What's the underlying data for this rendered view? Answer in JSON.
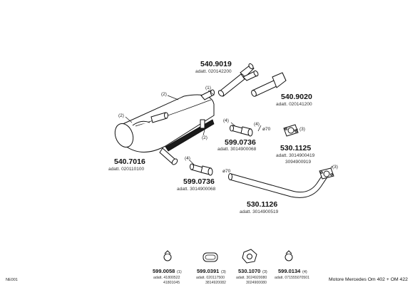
{
  "parts": {
    "p5409019": {
      "number": "540.9019",
      "ref": "adatt. 020142200"
    },
    "p5409020": {
      "number": "540.9020",
      "ref": "adatt. 020141200"
    },
    "p5990736a": {
      "number": "599.0736",
      "ref": "adatt. 3014900068"
    },
    "p5301125": {
      "number": "530.1125",
      "ref": "adatt. 3014900419",
      "ref2": "3094900919"
    },
    "p5407016": {
      "number": "540.7016",
      "ref": "adatt. 020110100"
    },
    "p5990736b": {
      "number": "599.0736",
      "ref": "adatt. 3014900068"
    },
    "p5301126": {
      "number": "530.1126",
      "ref": "adatt. 3014900519"
    }
  },
  "quantities": {
    "q_tail1": "(1)",
    "q_box_top": "(2)",
    "q_box_left": "(2)",
    "q_box_mid": "(2)",
    "q_clamp1": "(4)",
    "q_flange1": "(4)",
    "q_gasket1": "(3)",
    "q_clamp2": "(4)",
    "q_gasket2": "(3)"
  },
  "diameters": {
    "d1": "ø70",
    "d2": "ø70"
  },
  "accessories": [
    {
      "number": "599.0058",
      "qty": "(1)",
      "ref": "adatt. 41800522",
      "ref2": "41801045"
    },
    {
      "number": "599.0391",
      "qty": "(3)",
      "ref": "adatt. 020117500",
      "ref2": "3814920082"
    },
    {
      "number": "530.1070",
      "qty": "(3)",
      "ref": "adatt. 3024920080",
      "ref2": "3024900080"
    },
    {
      "number": "599.0134",
      "qty": "(4)",
      "ref": "adatt. 071555070501",
      "ref2": ""
    }
  ],
  "footer": {
    "code": "NE001",
    "title": "Motore Mercedes Om 402 + OM 422"
  }
}
